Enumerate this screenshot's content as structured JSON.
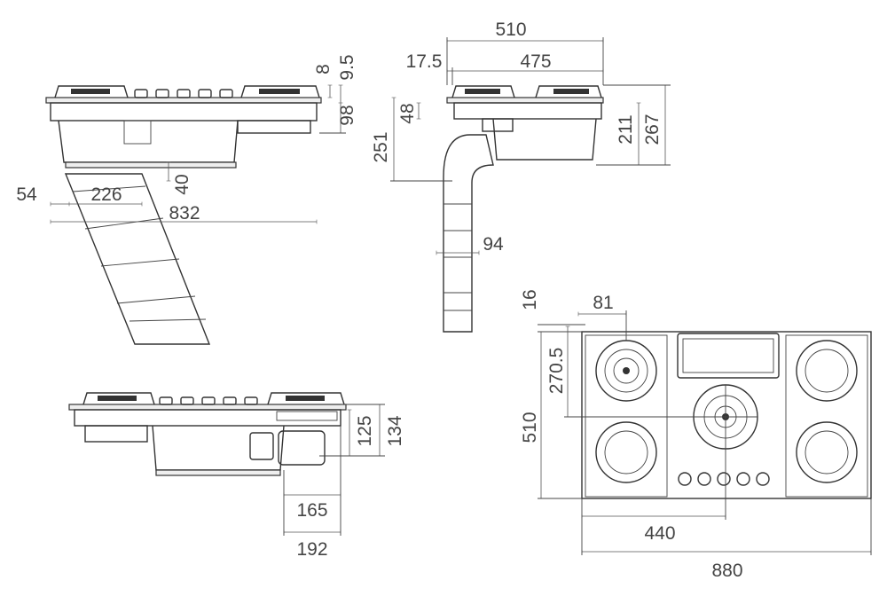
{
  "dims": {
    "side_top": {
      "w832": "832",
      "w54": "54",
      "w226": "226",
      "h40": "40",
      "h8": "8",
      "h9_5": "9.5",
      "h98": "98"
    },
    "side_right": {
      "w510": "510",
      "w17_5": "17.5",
      "w475": "475",
      "h48": "48",
      "h251": "251",
      "h211": "211",
      "h267": "267",
      "w94": "94"
    },
    "front": {
      "h125": "125",
      "h134": "134",
      "w165": "165",
      "w192": "192"
    },
    "top_view": {
      "w16": "16",
      "w81": "81",
      "h270_5": "270.5",
      "h510": "510",
      "w440": "440",
      "w880": "880"
    }
  }
}
